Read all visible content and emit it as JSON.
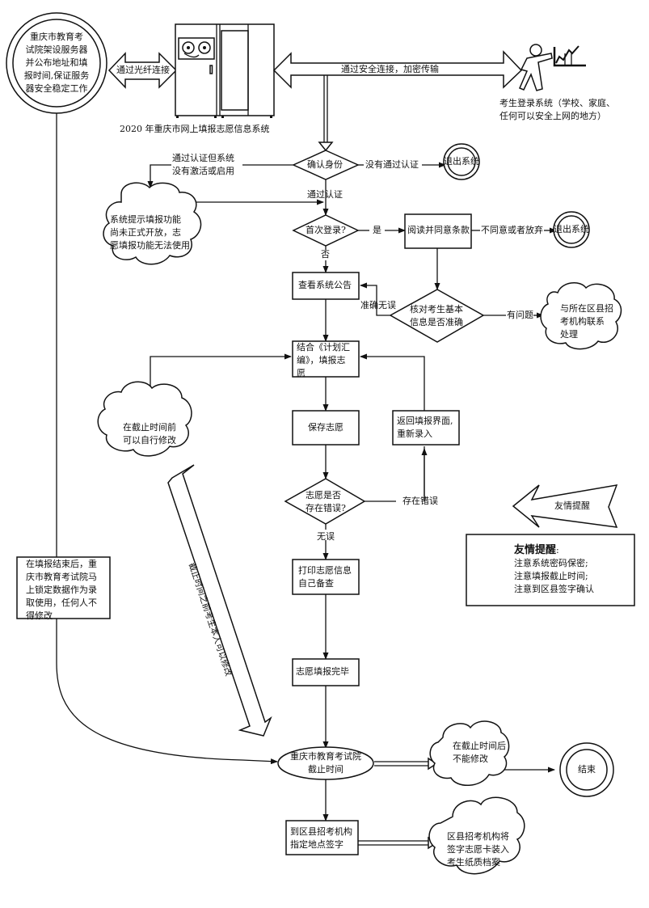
{
  "diagram": {
    "title": "2020 年重庆市网上填报志愿信息系统",
    "nodes": {
      "server_admin": [
        "重庆市教育考",
        "试院架设服务器",
        "并公布地址和填",
        "报时间,保证服务",
        "器安全稳定工作"
      ],
      "fiber_link": "通过光纤连接",
      "secure_link": "通过安全连接，加密传输",
      "student_login": [
        "考生登录系统（学校、家庭、",
        "任何可以安全上网的地方）"
      ],
      "confirm_identity": "确认身份",
      "no_auth": "没有通过认证",
      "exit_system_1": "退出系统",
      "auth_not_active": [
        "通过认证但系统",
        "没有激活或启用"
      ],
      "system_notice_cloud": [
        "系统提示填报功能",
        "尚未正式开放，志",
        "愿填报功能无法使用"
      ],
      "passed_auth": "通过认证",
      "first_login": "首次登录?",
      "yes": "是",
      "no": "否",
      "read_agree": "阅读并同意条款",
      "disagree": "不同意或者放弃",
      "exit_system_2": "退出系统",
      "view_notice": "查看系统公告",
      "accurate": "准确无误",
      "verify_info": [
        "核对考生基本",
        "信息是否准确"
      ],
      "has_problem": "有问题",
      "contact_cloud": [
        "与所在区县招",
        "考机构联系",
        "处理"
      ],
      "fill_plan": [
        "结合《计划汇",
        "编》，填报志",
        "愿"
      ],
      "modify_before_cloud": [
        "在截止时间前",
        "可以自行修改"
      ],
      "save": "保存志愿",
      "return_reenter": [
        "返回填报界面,",
        "重新录入"
      ],
      "has_error_q": [
        "志愿是否",
        "存在错误?"
      ],
      "has_error": "存在错误",
      "no_error": "无误",
      "print_info": [
        "打印志愿信息",
        "自己备查"
      ],
      "done": "志愿填报完毕",
      "lock_box": [
        "在填报结束后，重",
        "庆市教育考试院马",
        "上锁定数据作为录",
        "取使用，任何人不",
        "得修改"
      ],
      "big_arrow_text": "截止时间之前考生本人可以修改",
      "reminder_arrow": "友情提醒",
      "reminder_box": {
        "title": "友情提醒",
        "colon": ":",
        "items": [
          "注意系统密码保密;",
          "注意填报截止时间;",
          "注意到区县签字确认"
        ]
      },
      "deadline": [
        "重庆市教育考试院",
        "截止时间"
      ],
      "no_modify_cloud": [
        "在截止时间后",
        "不能修改"
      ],
      "end": "结束",
      "sign_at_county": [
        "到区县招考机构",
        "指定地点签字"
      ],
      "archive_cloud": [
        "区县招考机构将",
        "签字志愿卡装入",
        "考生纸质档案"
      ]
    }
  }
}
